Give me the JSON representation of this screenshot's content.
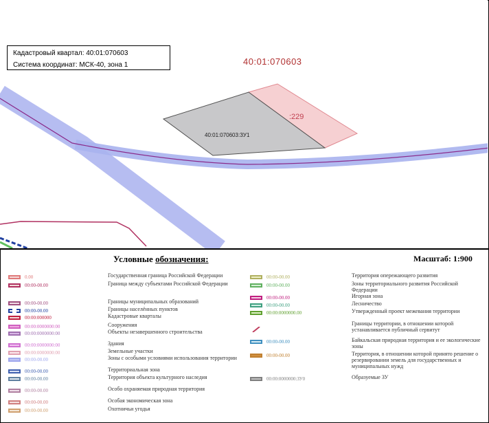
{
  "info": {
    "line1": "Кадастровый квартал: 40:01:070603",
    "line2": "Система координат: МСК-40, зона 1"
  },
  "map": {
    "quarter_label": "40:01:070603",
    "parcel_label": "40:01:070603:ЗУ1",
    "neighbor_label": ":229"
  },
  "legend": {
    "title_prefix": "Условные ",
    "title_underlined": "обозначения: ",
    "scale": "Масштаб: 1:900",
    "left_items": [
      {
        "code": "0.00",
        "label": "Государственная граница Российской Федерации",
        "color": "#e07a7a",
        "fill": "#f3d9d9",
        "style": "solid"
      },
      {
        "code": "00:00-00.00",
        "label": "Граница между субъектами Российской Федерации",
        "color": "#b03060",
        "fill": "#f3d9d9",
        "style": "solid"
      },
      {
        "code": "00:00-00.00",
        "label": "Границы муниципальных образований",
        "color": "#a05080",
        "fill": "#f0dbe6",
        "style": "solid"
      },
      {
        "code": "00:00-00.00",
        "label": "Границы населённых пунктов",
        "color": "#2040a0",
        "fill": "#ffffff",
        "style": "dashed"
      },
      {
        "code": "00:00:000000",
        "label": "Кадастровые кварталы",
        "color": "#c02040",
        "fill": "#f3d9d9",
        "style": "solid"
      },
      {
        "code": "00:00:0000000:00",
        "label": "Сооружения",
        "color": "#d060c0",
        "fill": "#f0a8e0",
        "style": "solid"
      },
      {
        "code": "00:00:0000000:00",
        "label": "Объекты незавершенного строительства",
        "color": "#a070b0",
        "fill": "#d9b8e6",
        "style": "solid"
      },
      {
        "code": "00:00:0000000:00",
        "label": "Здания",
        "color": "#d070d0",
        "fill": "#f0c0f0",
        "style": "solid"
      },
      {
        "code": "00:00:0000000:00",
        "label": "Земельные участки",
        "color": "#e0a0b0",
        "fill": "#fbe8ec",
        "style": "solid"
      },
      {
        "code": "00:00-00.00",
        "label": "Зоны с особыми условиями использования территории",
        "color": "#a0a8ee",
        "fill": "#c0c6f5",
        "style": "solid"
      },
      {
        "code": "00:00-00.00",
        "label": "Территориальная зона",
        "color": "#4060b0",
        "fill": "#d8e0f5",
        "style": "solid"
      },
      {
        "code": "00:00-00.00",
        "label": "Территория объекта культурного наследия",
        "color": "#6080a0",
        "fill": "#e0e8f0",
        "style": "solid"
      },
      {
        "code": "00:00-00.00",
        "label": "Особо охраняемая природная территория",
        "color": "#b080a0",
        "fill": "#f0e0ea",
        "style": "solid"
      },
      {
        "code": "00:00-00.00",
        "label": "Особая экономическая зона",
        "color": "#d08080",
        "fill": "#f5e0e0",
        "style": "solid"
      },
      {
        "code": "00:00-00.00",
        "label": "Охотничьи угодья",
        "color": "#d0a070",
        "fill": "#f5e6d6",
        "style": "solid"
      }
    ],
    "right_items": [
      {
        "code": "00:00-00.00",
        "label": "Территория опережающего развития",
        "color": "#b0b060",
        "fill": "#eef0c8",
        "style": "solid"
      },
      {
        "code": "00:00-00.00",
        "label": "Зоны территориального развития Российской Федерации",
        "color": "#60b060",
        "fill": "#d6f0d6",
        "style": "solid"
      },
      {
        "code": "00:00-00.00",
        "label": "Игорная зона",
        "color": "#c02080",
        "fill": "#f5d0e6",
        "style": "solid"
      },
      {
        "code": "00:00-00.00",
        "label": "Лесничество",
        "color": "#40a080",
        "fill": "#d0f0e6",
        "style": "solid"
      },
      {
        "code": "00:00:0000000.00",
        "label": "Утвержденный проект межевания территории",
        "color": "#60a030",
        "fill": "#e0f0c8",
        "style": "solid"
      },
      {
        "code": "",
        "label": "Границы территории, в отношении которой устанавливается публичный сервитут",
        "color": "#c04060",
        "fill": "#ffffff",
        "style": "slash"
      },
      {
        "code": "00:00-00.00",
        "label": "Байкальская природная территория и ее экологические зоны",
        "color": "#4090c0",
        "fill": "#d6ecf5",
        "style": "solid"
      },
      {
        "code": "00:00-00.00",
        "label": "Территория, в отношении которой принято решение о резервировании земель для государственных и муниципальных нужд",
        "color": "#c08030",
        "fill": "#d09040",
        "style": "solid"
      },
      {
        "code": "00:00:0000000:ЗУ0",
        "label": "Образуемые ЗУ",
        "color": "#808080",
        "fill": "#c0c0c0",
        "style": "solid"
      }
    ]
  }
}
